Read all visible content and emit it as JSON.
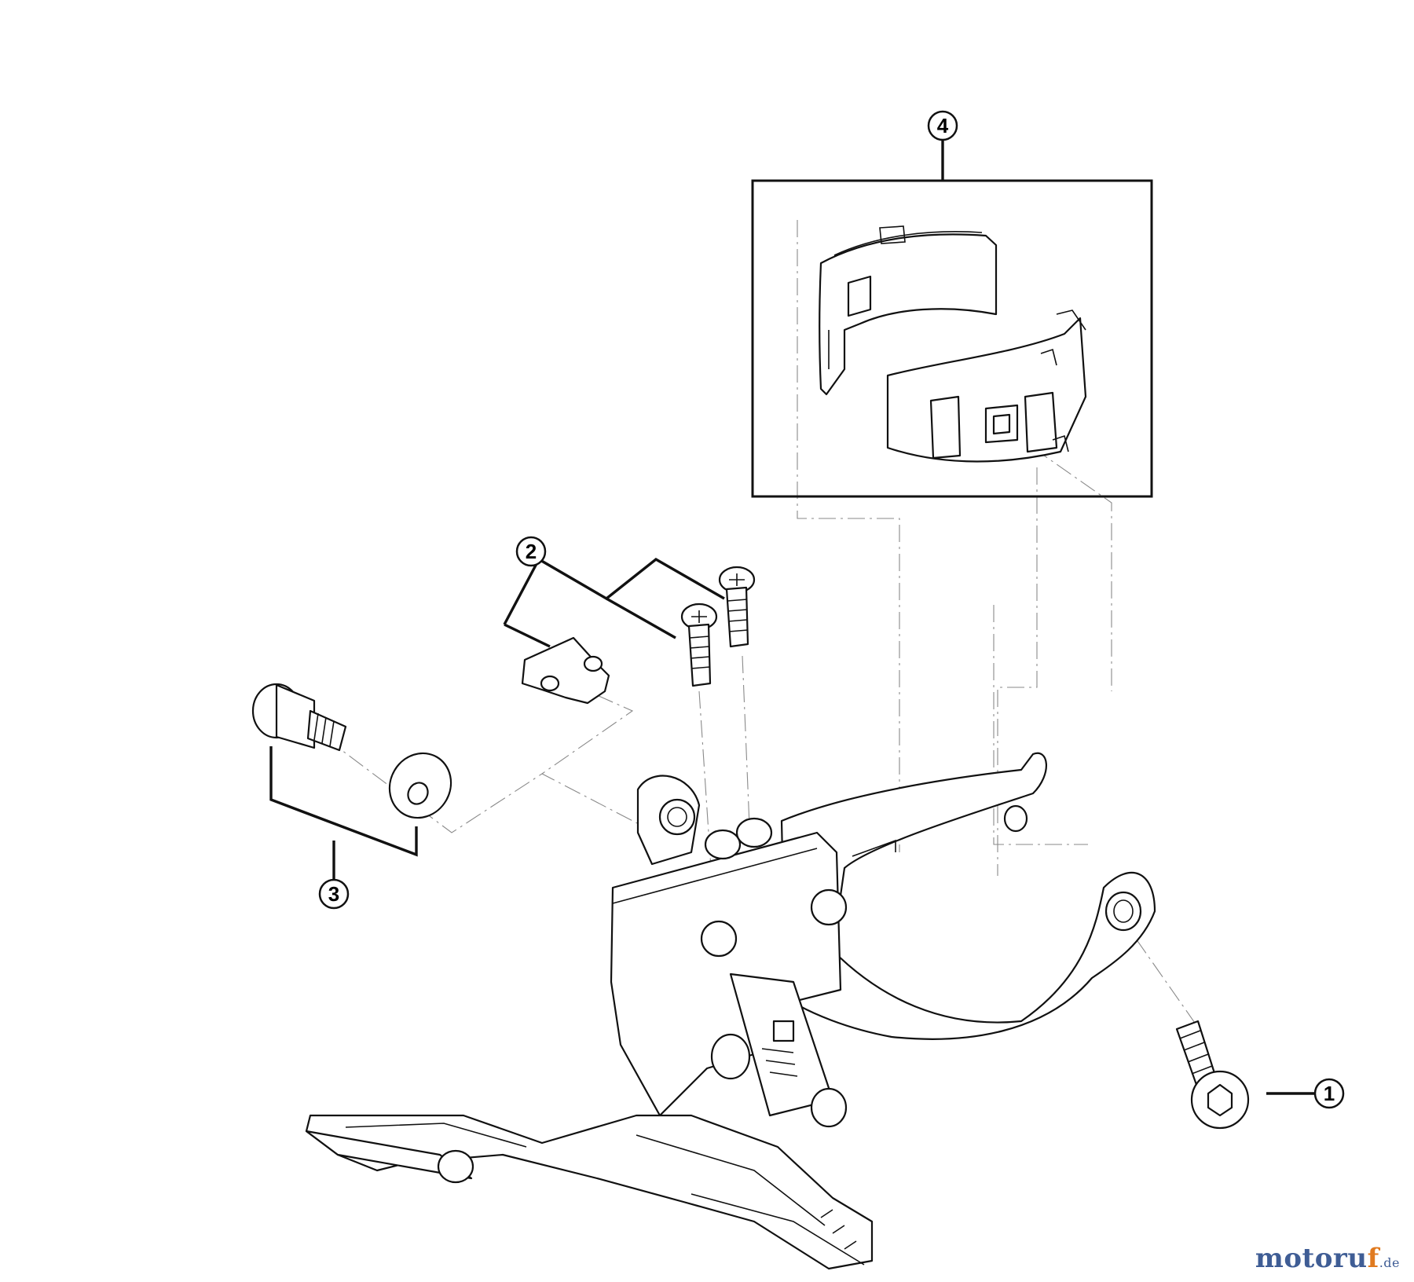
{
  "callouts": [
    {
      "id": "1",
      "label": "1"
    },
    {
      "id": "2",
      "label": "2"
    },
    {
      "id": "3",
      "label": "3"
    },
    {
      "id": "4",
      "label": "4"
    }
  ],
  "watermark": {
    "brand_main": "motoru",
    "brand_accent": "f",
    "tld": ".de"
  },
  "colors": {
    "line": "#111111",
    "guide": "#8a8a8a",
    "brand_blue": "#3f5d95",
    "brand_orange": "#e07a1f"
  }
}
